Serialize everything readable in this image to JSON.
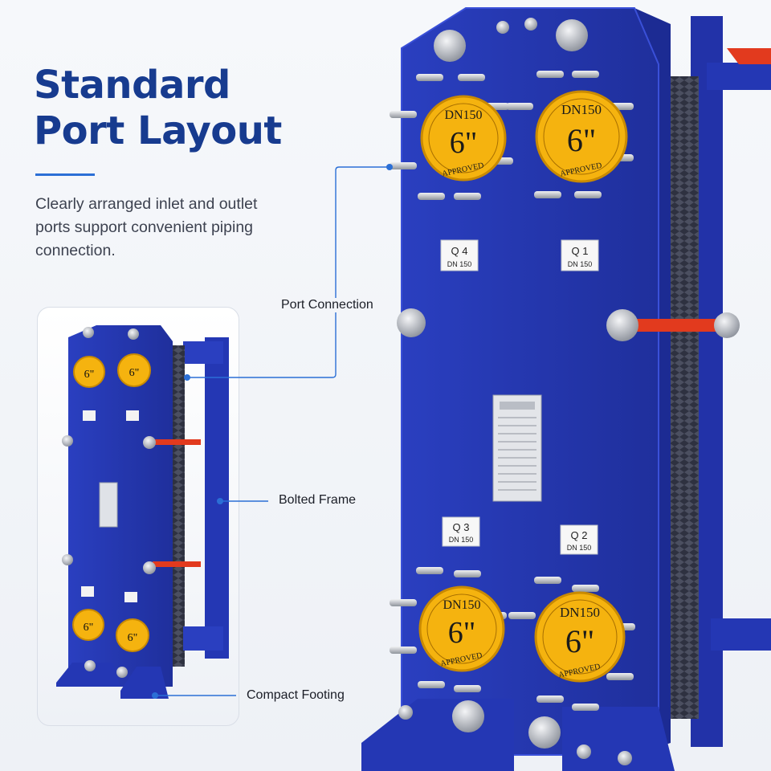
{
  "headline": {
    "line1": "Standard",
    "line2": "Port Layout"
  },
  "description": "Clearly arranged inlet and outlet ports support convenient piping connection.",
  "callouts": {
    "port_connection": "Port Connection",
    "bolted_frame": "Bolted Frame",
    "compact_footing": "Compact Footing"
  },
  "ports": [
    {
      "id": "Q 4",
      "size": "DN 150",
      "flange_dn": "DN150",
      "flange_inch": "6\"",
      "flange_stamp": "APPROVED"
    },
    {
      "id": "Q 1",
      "size": "DN 150",
      "flange_dn": "DN150",
      "flange_inch": "6\"",
      "flange_stamp": "APPROVED"
    },
    {
      "id": "Q 3",
      "size": "DN 150",
      "flange_dn": "DN150",
      "flange_inch": "6\"",
      "flange_stamp": "APPROVED"
    },
    {
      "id": "Q 2",
      "size": "DN 150",
      "flange_dn": "DN150",
      "flange_inch": "6\"",
      "flange_stamp": "APPROVED"
    }
  ],
  "colors": {
    "headline": "#173b8f",
    "accent": "#2b6fd6",
    "frame_blue": "#2437b4",
    "flange_yellow": "#f5b30f",
    "pipe_red": "#e23a1e"
  }
}
